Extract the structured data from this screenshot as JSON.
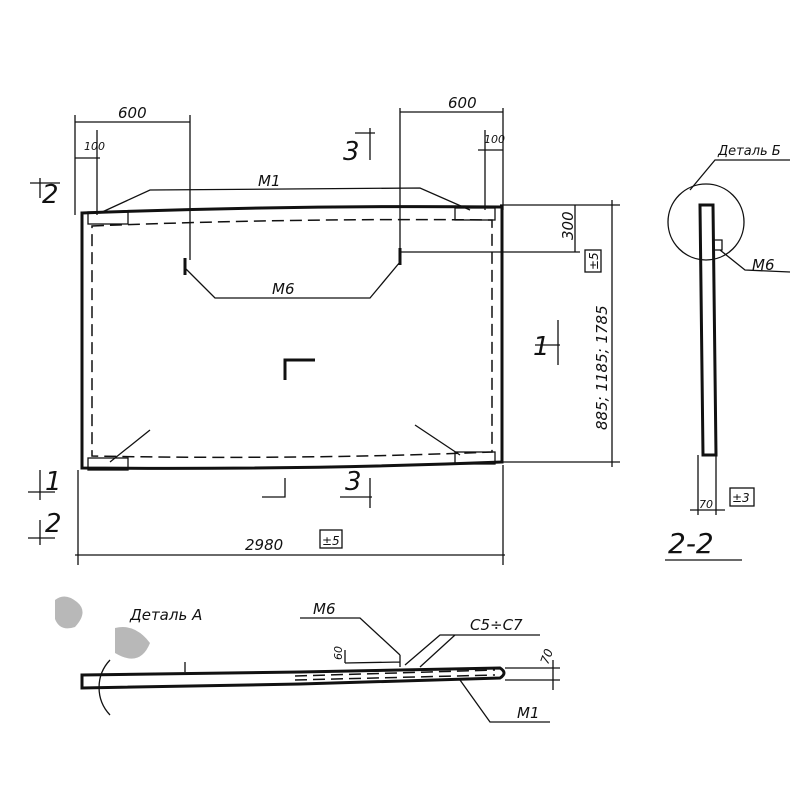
{
  "plan": {
    "dim_top_left": "600",
    "dim_top_right": "600",
    "dim_left_100": "100",
    "dim_right_100": "100",
    "label_m1": "M1",
    "label_m6": "M6",
    "dim_300": "300",
    "tol_5_right": "±5",
    "dim_height": "885; 1185; 1785",
    "dim_length": "2980",
    "tol_5_bottom": "±5",
    "section_2_top": "2",
    "section_3_top": "3",
    "section_1_right": "1",
    "section_1_left": "1",
    "section_2_left": "2",
    "section_3_bottom": "3",
    "mark_g": "Г"
  },
  "section22": {
    "detail_label": "Деталь Б",
    "label_m6": "M6",
    "dim_70": "70",
    "tol_3": "±3",
    "title": "2-2"
  },
  "bottom": {
    "detail_label": "Деталь А",
    "label_m6": "M6",
    "label_c5c7": "C5÷C7",
    "dim_60": "60",
    "dim_70": "70",
    "label_m1": "M1"
  }
}
